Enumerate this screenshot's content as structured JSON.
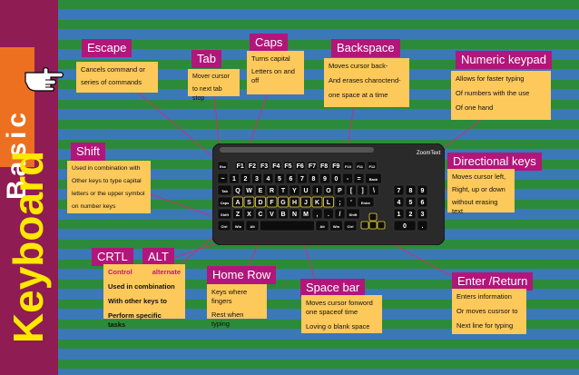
{
  "sidebar": {
    "basic": "Basic",
    "keyboard": "Keyboard"
  },
  "escape": {
    "title": "Escape",
    "lines": [
      "Cancels command or",
      "series of commands"
    ]
  },
  "tab": {
    "title": "Tab",
    "lines": [
      "Mover cursor",
      "to next tab stop"
    ]
  },
  "caps": {
    "title": "Caps",
    "lines": [
      "Turns capital",
      "Letters on and",
      "off"
    ]
  },
  "backspace": {
    "title": "Backspace",
    "lines": [
      "Moves cursor back-",
      "And erases charoctend-",
      "one space at a time"
    ]
  },
  "numeric": {
    "title": "Numeric keypad",
    "lines": [
      "Allows for faster typing",
      "Of numbers with the use",
      "Of one hand"
    ]
  },
  "shift": {
    "title": "Shift",
    "lines": [
      "Used in combination with",
      "Other keys to type capital",
      " letters or the upper symbol",
      "on number keys"
    ]
  },
  "directional": {
    "title": "Directional keys",
    "lines": [
      "Moves cursor left,",
      "Right, up or down",
      "without erasing text"
    ]
  },
  "ctrl": {
    "title": "CRTL",
    "sub": "Control"
  },
  "alt": {
    "title": "ALT",
    "sub": "alternate"
  },
  "ctrl_alt": {
    "lines": [
      "Used in combination",
      "With other keys to",
      "Perform specific tasks"
    ]
  },
  "homerow": {
    "title": "Home Row",
    "lines": [
      "Keys where fingers",
      "Rest when typing"
    ]
  },
  "spacebar": {
    "title": "Space bar",
    "lines": [
      "Moves cursor fonword",
      "one spaceof time",
      "Loving o blank space"
    ]
  },
  "enter": {
    "title": "Enter /Return",
    "lines": [
      "Enters information",
      "Or moves cusrsor to",
      "Next line for typing"
    ]
  },
  "keyboard_image": {
    "brand": "ZoomText",
    "row1": [
      "Esc",
      "F1",
      "F2",
      "F3",
      "F4",
      "F5",
      "F6",
      "F7",
      "F8",
      "F9",
      "F10",
      "F11",
      "F12"
    ],
    "row2": [
      "~",
      "1",
      "2",
      "3",
      "4",
      "5",
      "6",
      "7",
      "8",
      "9",
      "0",
      "-",
      "=",
      "Back"
    ],
    "row3": [
      "Tab",
      "Q",
      "W",
      "E",
      "R",
      "T",
      "Y",
      "U",
      "I",
      "O",
      "P",
      "[",
      "]",
      "\\"
    ],
    "row4": [
      "Caps",
      "A",
      "S",
      "D",
      "F",
      "G",
      "H",
      "J",
      "K",
      "L",
      ";",
      "'",
      "Enter"
    ],
    "row5": [
      "Shift",
      "Z",
      "X",
      "C",
      "V",
      "B",
      "N",
      "M",
      ",",
      ".",
      "/",
      "Shift"
    ],
    "row6": [
      "Ctrl",
      "Win",
      "Alt",
      "",
      "Alt",
      "Win",
      "Ctrl"
    ],
    "numpad": [
      "7",
      "8",
      "9",
      "4",
      "5",
      "6",
      "1",
      "2",
      "3",
      "0",
      "."
    ]
  }
}
